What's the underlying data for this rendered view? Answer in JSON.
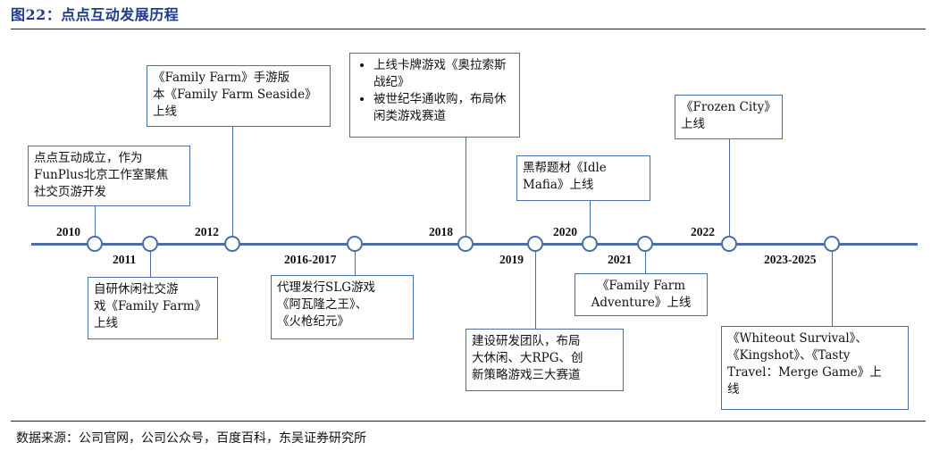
{
  "figure": {
    "title": "图22：点点互动发展历程"
  },
  "source": "数据来源：公司官网，公司公众号，百度百科，东吴证券研究所",
  "years": {
    "y2010": "2010",
    "y2011": "2011",
    "y2012": "2012",
    "y2016": "2016-2017",
    "y2018": "2018",
    "y2019": "2019",
    "y2020": "2020",
    "y2021": "2021",
    "y2022": "2022",
    "y2023": "2023-2025"
  },
  "events": {
    "e2010": [
      "点点互动成立，作为",
      "FunPlus北京工作室聚焦",
      "社交页游开发"
    ],
    "e2011": [
      "自研休闲社交游",
      "戏《Family Farm》",
      "上线"
    ],
    "e2012": [
      "《Family Farm》手游版",
      "本《Family Farm Seaside》",
      "上线"
    ],
    "e2016": [
      "代理发行SLG游戏",
      "《阿瓦隆之王》、",
      "《火枪纪元》"
    ],
    "e2018": {
      "items": [
        "上线卡牌游戏《奥拉索斯战纪》",
        "被世纪华通收购，布局休闲类游戏赛道"
      ]
    },
    "e2019": [
      "建设研发团队，布局",
      "大休闲、大RPG、创",
      "新策略游戏三大赛道"
    ],
    "e2020": [
      "黑帮题材《Idle",
      "Mafia》上线"
    ],
    "e2021": [
      "《Family Farm",
      "Adventure》上线"
    ],
    "e2022": [
      "《Frozen City》",
      "上线"
    ],
    "e2023": [
      "《Whiteout Survival》、",
      "《Kingshot》、《Tasty",
      "Travel：Merge Game》上",
      "线"
    ]
  }
}
